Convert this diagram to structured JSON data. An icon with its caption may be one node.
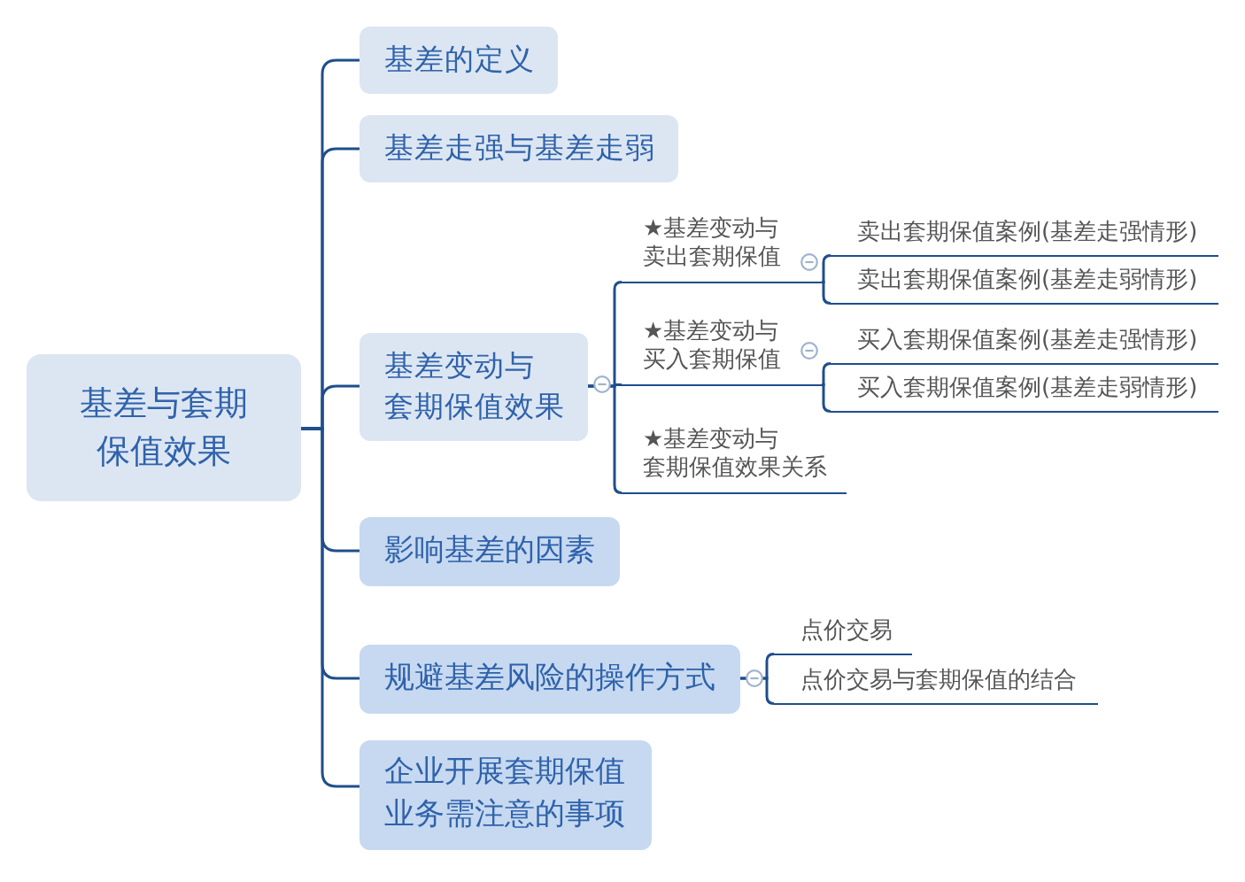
{
  "diagram": {
    "nodes": [
      {
        "text": [
          "基差与套期保值效果"
        ]
      },
      {
        "text": [
          "基差的定义"
        ]
      },
      {
        "text": [
          "基差走强与基差走弱"
        ]
      },
      {
        "text": [
          "基差变动与套期保值效果"
        ]
      },
      {
        "text": [
          "★基差变动与卖出套期保值"
        ]
      },
      {
        "text": [
          "卖出套期保值案例(基差走强情形)"
        ]
      },
      {
        "text": [
          "卖出套期保值案例(基差走弱情形)"
        ]
      },
      {
        "text": [
          "★基差变动与买入套期保值"
        ]
      },
      {
        "text": [
          "买入套期保值案例(基差走强情形)"
        ]
      },
      {
        "text": [
          "买入套期保值案例(基差走弱情形)"
        ]
      },
      {
        "text": [
          "★基差变动与套期保值效果关系"
        ]
      },
      {
        "text": [
          "影响基差的因素"
        ]
      },
      {
        "text": [
          "规避基差风险的操作方式"
        ]
      },
      {
        "text": [
          "点价交易"
        ]
      },
      {
        "text": [
          "点价交易与套期保值的结合"
        ]
      },
      {
        "text": [
          "企业开展套期保值业务需注意的事项"
        ]
      }
    ],
    "edges": [
      {
        "from": 0,
        "to": 1,
        "arrow": "none"
      },
      {
        "from": 0,
        "to": 2,
        "arrow": "none"
      },
      {
        "from": 0,
        "to": 3,
        "arrow": "none"
      },
      {
        "from": 0,
        "to": 11,
        "arrow": "none"
      },
      {
        "from": 0,
        "to": 12,
        "arrow": "none"
      },
      {
        "from": 0,
        "to": 15,
        "arrow": "none"
      },
      {
        "from": 3,
        "to": 4,
        "arrow": "none"
      },
      {
        "from": 3,
        "to": 7,
        "arrow": "none"
      },
      {
        "from": 3,
        "to": 10,
        "arrow": "none"
      },
      {
        "from": 4,
        "to": 5,
        "arrow": "none"
      },
      {
        "from": 4,
        "to": 6,
        "arrow": "none"
      },
      {
        "from": 7,
        "to": 8,
        "arrow": "none"
      },
      {
        "from": 7,
        "to": 9,
        "arrow": "none"
      },
      {
        "from": 12,
        "to": 13,
        "arrow": "none"
      },
      {
        "from": 12,
        "to": 14,
        "arrow": "none"
      }
    ]
  }
}
